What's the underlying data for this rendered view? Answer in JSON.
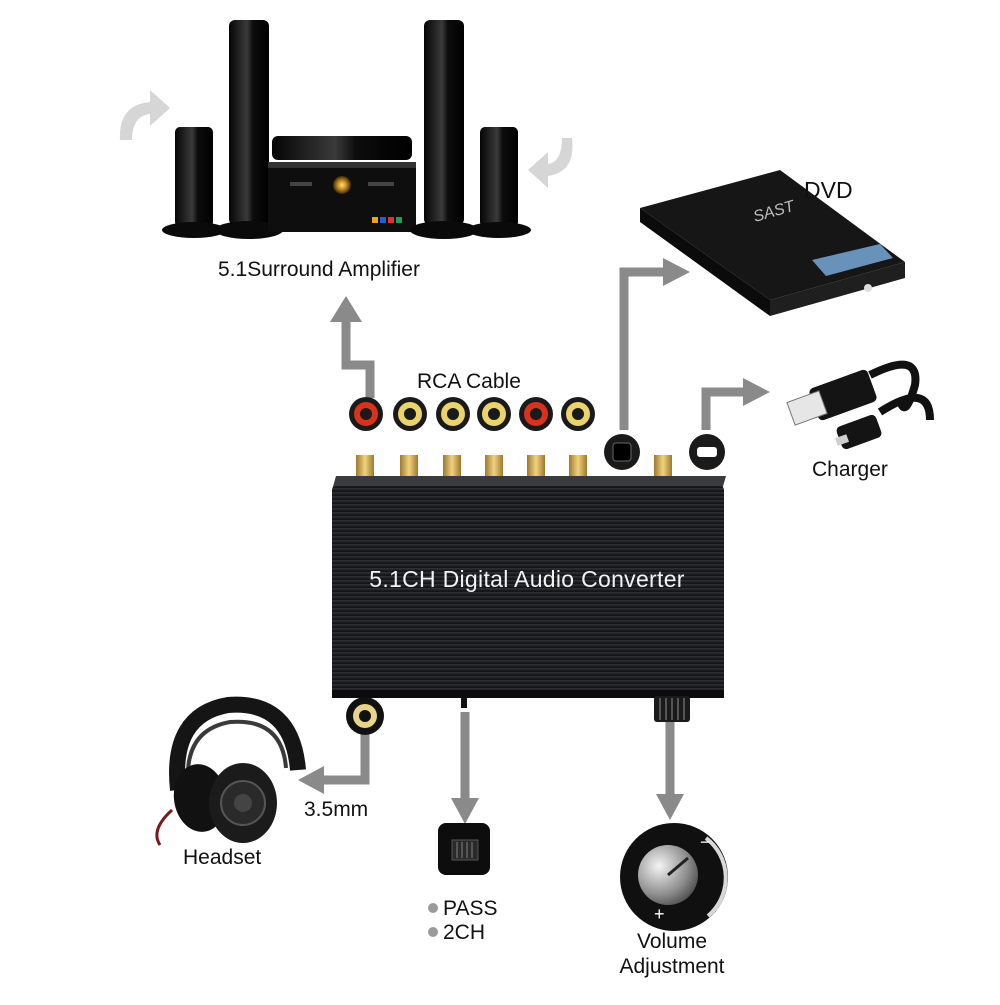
{
  "labels": {
    "amplifier": "5.1Surround  Amplifier",
    "rca_cable": "RCA  Cable",
    "dvd": "DVD",
    "charger": "Charger",
    "device_title": "5.1CH  Digital  Audio  Converter",
    "jack": "3.5mm",
    "headset": "Headset",
    "pass": "PASS",
    "two_ch": "2CH",
    "volume_line1": "Volume",
    "volume_line2": "Adjustment"
  },
  "dvd_logo": "SAST",
  "colors": {
    "arrow": "#8a8a8a",
    "device_body": "#1e1f22",
    "rca_red": "#d8321e",
    "rca_yellow": "#e9d36a",
    "gold": "#c9a24a"
  }
}
